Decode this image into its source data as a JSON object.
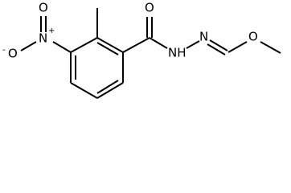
{
  "molecule": {
    "atoms": {
      "nitro_n": "N",
      "nitro_n_charge": "+",
      "nitro_o_top": "O",
      "nitro_o_minus": "O",
      "nitro_o_charge": "-",
      "carbonyl_o": "O",
      "amide_nh": "NH",
      "imine_n": "N",
      "ether_o": "O"
    }
  }
}
